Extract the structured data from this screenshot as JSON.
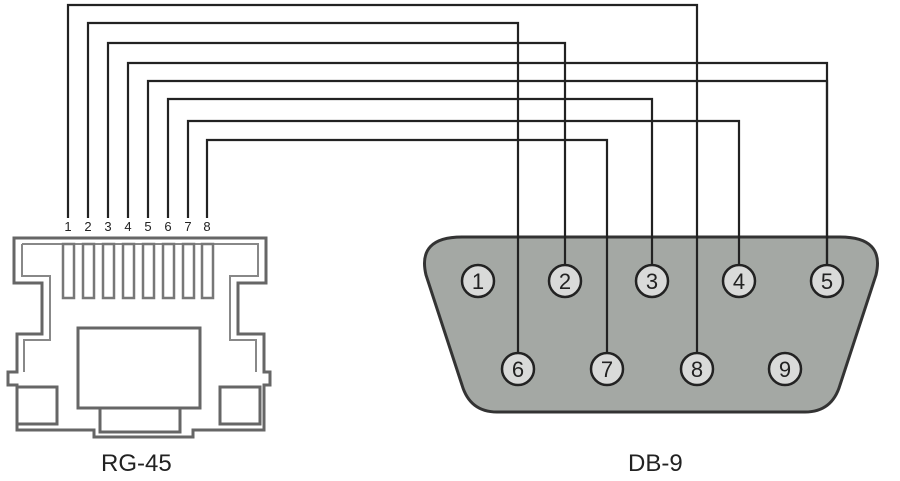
{
  "rj45": {
    "label": "RG-45",
    "pins": [
      "1",
      "2",
      "3",
      "4",
      "5",
      "6",
      "7",
      "8"
    ]
  },
  "db9": {
    "label": "DB-9",
    "top_pins": [
      "1",
      "2",
      "3",
      "4",
      "5"
    ],
    "bottom_pins": [
      "6",
      "7",
      "8",
      "9"
    ]
  },
  "wiring": [
    {
      "rj45": 1,
      "db9": 8
    },
    {
      "rj45": 2,
      "db9": 6
    },
    {
      "rj45": 3,
      "db9": 2
    },
    {
      "rj45": 4,
      "db9": 5
    },
    {
      "rj45": 5,
      "db9": 5
    },
    {
      "rj45": 6,
      "db9": 3
    },
    {
      "rj45": 7,
      "db9": 4
    },
    {
      "rj45": 8,
      "db9": 7
    }
  ],
  "colors": {
    "wire": "#222222",
    "db9_body": "#a4a8a4",
    "db9_pin": "#d9dad9",
    "rj45_stroke": "#666666"
  }
}
